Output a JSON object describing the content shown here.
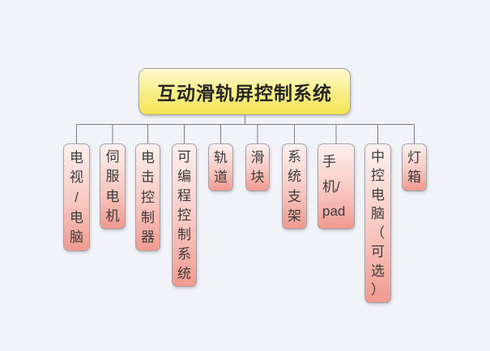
{
  "root": {
    "label": "互动滑轨屏控制系统"
  },
  "children": [
    {
      "label": "电视/电脑",
      "lines": [
        "电",
        "视",
        "/",
        "电",
        "脑"
      ]
    },
    {
      "label": "伺服电机",
      "lines": [
        "伺",
        "服",
        "电",
        "机"
      ]
    },
    {
      "label": "电击控制器",
      "lines": [
        "电",
        "击",
        "控",
        "制",
        "器"
      ]
    },
    {
      "label": "可编程控制系统",
      "lines": [
        "可",
        "编",
        "程",
        "控",
        "制",
        "系",
        "统"
      ]
    },
    {
      "label": "轨道",
      "lines": [
        "轨",
        "道"
      ]
    },
    {
      "label": "滑块",
      "lines": [
        "滑",
        "块"
      ]
    },
    {
      "label": "系统支架",
      "lines": [
        "系",
        "统",
        "支",
        "架"
      ]
    },
    {
      "label": "手机/pad",
      "lines": [
        "手",
        "机/",
        "pad"
      ]
    },
    {
      "label": "中控电脑（可选）",
      "lines": [
        "中",
        "控",
        "电",
        "脑",
        "（",
        "可",
        "选",
        "）"
      ]
    },
    {
      "label": "灯箱",
      "lines": [
        "灯",
        "箱"
      ]
    }
  ],
  "colors": {
    "bg": "#f2f3f8",
    "root_top": "#fdf8d0",
    "root_bottom": "#f5e355",
    "root_border": "#a3a394",
    "root_text": "#262626",
    "child_top": "#fdf0ee",
    "child_bottom": "#f09a90",
    "child_border": "#a2a2aa",
    "text": "#3c3c3c",
    "connector": "#7d7d7d"
  }
}
